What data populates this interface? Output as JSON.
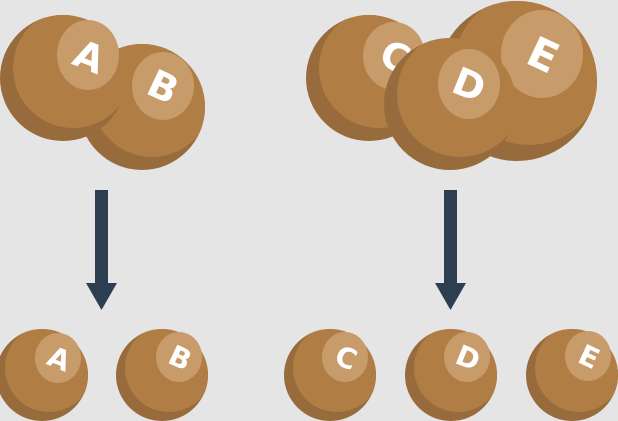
{
  "colors": {
    "background": "#e5e5e5",
    "ball_base": "#b07d45",
    "ball_shadow": "#976b3b",
    "ball_highlight": "#c89c6a",
    "letter": "#ffffff",
    "arrow": "#2c3e50"
  },
  "groups": [
    {
      "name": "group-ab",
      "combined_labels": [
        "A",
        "B"
      ],
      "separated_labels": [
        "A",
        "B"
      ],
      "arrow_icon": "arrow-down-icon"
    },
    {
      "name": "group-cde",
      "combined_labels": [
        "C",
        "D",
        "E"
      ],
      "separated_labels": [
        "C",
        "D",
        "E"
      ],
      "arrow_icon": "arrow-down-icon"
    }
  ]
}
